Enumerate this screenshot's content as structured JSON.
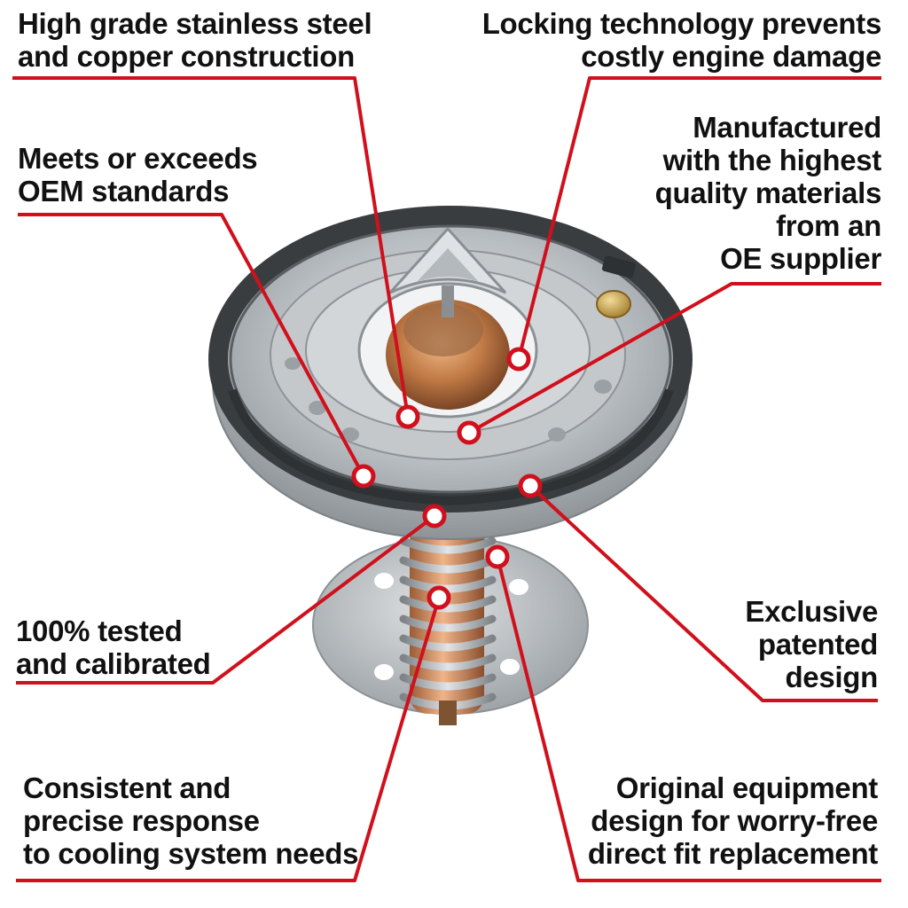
{
  "colors": {
    "accent": "#d0101c",
    "text": "#111111",
    "steel": "#b9bec2",
    "gasket": "#3a3d40",
    "copper": "#c78552",
    "brass": "#c9a34a"
  },
  "product": {
    "icon": "thermostat-product-image"
  },
  "callouts": {
    "c1": {
      "lines": [
        "High grade stainless steel",
        "and copper construction"
      ]
    },
    "c2": {
      "lines": [
        "Locking technology prevents",
        "costly engine damage"
      ]
    },
    "c3": {
      "lines": [
        "Meets or exceeds",
        "OEM standards"
      ]
    },
    "c4": {
      "lines": [
        "Manufactured",
        "with the highest",
        "quality materials",
        "from an",
        "OE supplier"
      ]
    },
    "c5": {
      "lines": [
        "100% tested",
        "and calibrated"
      ]
    },
    "c6": {
      "lines": [
        "Exclusive",
        "patented",
        "design"
      ]
    },
    "c7": {
      "lines": [
        "Consistent and",
        "precise response",
        "to cooling system needs"
      ]
    },
    "c8": {
      "lines": [
        "Original equipment",
        "design for worry-free",
        "direct fit replacement"
      ]
    }
  }
}
